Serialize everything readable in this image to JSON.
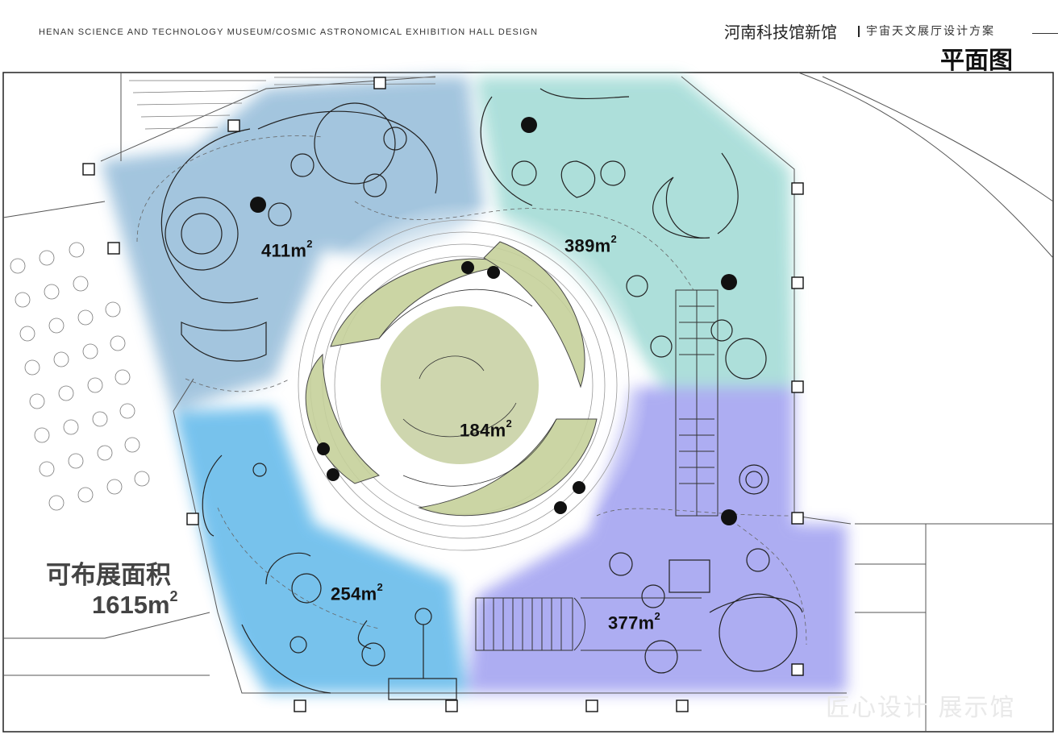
{
  "header": {
    "subtitle": "HENAN SCIENCE AND TECHNOLOGY MUSEUM/COSMIC ASTRONOMICAL EXHIBITION HALL DESIGN",
    "title_cn": "河南科技馆新馆",
    "title_cn_2": "宇宙天文展厅设计方案",
    "plan_label": "平面图"
  },
  "zones": [
    {
      "id": "top-left",
      "area": "411m",
      "color": "#9fc2dd"
    },
    {
      "id": "top-right",
      "area": "389m",
      "color": "#a9ded9"
    },
    {
      "id": "center",
      "area": "184m",
      "color": "#c5cfa0"
    },
    {
      "id": "bottom-left",
      "area": "254m",
      "color": "#6fbfec"
    },
    {
      "id": "bottom-right",
      "area": "377m",
      "color": "#a9a9f2"
    }
  ],
  "area_unit_exp": "2",
  "summary": {
    "title": "可布展面积",
    "area": "1615m",
    "area_exp": "2"
  },
  "watermark": "匠心设计 展示馆"
}
